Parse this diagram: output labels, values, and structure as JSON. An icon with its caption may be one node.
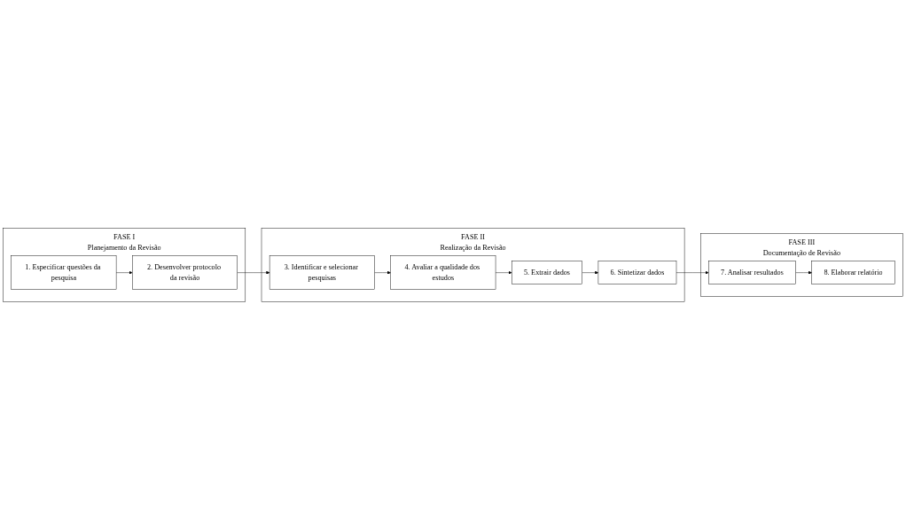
{
  "diagram": {
    "nodes": [
      {
        "text": [
          "FASE I",
          "Planejamento da Revisão"
        ]
      },
      {
        "text": [
          "1. Especificar questões da pesquisa"
        ],
        "in": 0
      },
      {
        "text": [
          "2. Desenvolver protocolo da revisão"
        ],
        "in": 0
      },
      {
        "text": [
          "FASE II",
          "Realização da Revisão"
        ]
      },
      {
        "text": [
          "3. Identificar e selecionar pesquisas"
        ],
        "in": 3
      },
      {
        "text": [
          "4. Avaliar a qualidade dos estudos"
        ],
        "in": 3
      },
      {
        "text": [
          "5. Extrair dados"
        ],
        "in": 3
      },
      {
        "text": [
          "6. Sintetizar dados"
        ],
        "in": 3
      },
      {
        "text": [
          "FASE III",
          "Documentação de Revisão"
        ]
      },
      {
        "text": [
          "7. Analisar resultados"
        ],
        "in": 8
      },
      {
        "text": [
          "8. Elaborar relatório"
        ],
        "in": 8
      }
    ],
    "edges": [
      {
        "from": 1,
        "to": 2,
        "arrow": "to"
      },
      {
        "from": 2,
        "to": 4,
        "arrow": "to"
      },
      {
        "from": 4,
        "to": 5,
        "arrow": "to"
      },
      {
        "from": 5,
        "to": 6,
        "arrow": "to"
      },
      {
        "from": 6,
        "to": 7,
        "arrow": "to"
      },
      {
        "from": 7,
        "to": 9,
        "arrow": "to"
      },
      {
        "from": 9,
        "to": 10,
        "arrow": "to"
      }
    ]
  }
}
